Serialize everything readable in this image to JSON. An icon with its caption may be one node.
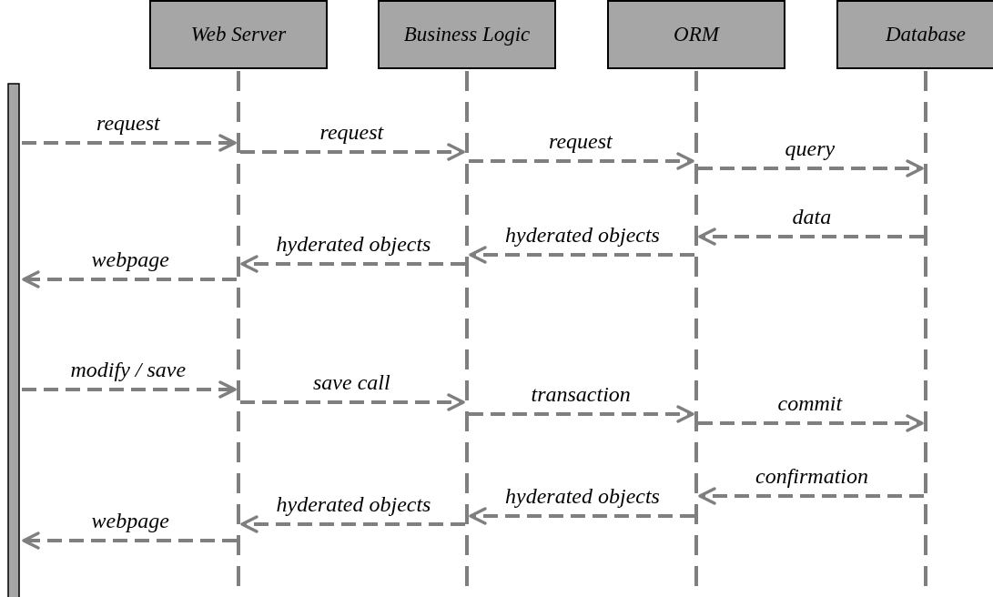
{
  "diagram": {
    "nodes": [
      {
        "text": [],
        "shape": "bar"
      },
      {
        "text": [
          "Web Server"
        ]
      },
      {
        "text": [
          "Business Logic"
        ]
      },
      {
        "text": [
          "ORM"
        ]
      },
      {
        "text": [
          "Database"
        ]
      }
    ],
    "edges": [
      {
        "from": 0,
        "to": 1,
        "arrow": "to",
        "label": "request",
        "style": "dashed"
      },
      {
        "from": 1,
        "to": 2,
        "arrow": "to",
        "label": "request",
        "style": "dashed"
      },
      {
        "from": 2,
        "to": 3,
        "arrow": "to",
        "label": "request",
        "style": "dashed"
      },
      {
        "from": 3,
        "to": 4,
        "arrow": "to",
        "label": "query",
        "style": "dashed"
      },
      {
        "from": 4,
        "to": 3,
        "arrow": "to",
        "label": "data",
        "style": "dashed"
      },
      {
        "from": 3,
        "to": 2,
        "arrow": "to",
        "label": "hyderated objects",
        "style": "dashed"
      },
      {
        "from": 2,
        "to": 1,
        "arrow": "to",
        "label": "hyderated objects",
        "style": "dashed"
      },
      {
        "from": 1,
        "to": 0,
        "arrow": "to",
        "label": "webpage",
        "style": "dashed"
      },
      {
        "from": 0,
        "to": 1,
        "arrow": "to",
        "label": "modify / save",
        "style": "dashed"
      },
      {
        "from": 1,
        "to": 2,
        "arrow": "to",
        "label": "save call",
        "style": "dashed"
      },
      {
        "from": 2,
        "to": 3,
        "arrow": "to",
        "label": "transaction",
        "style": "dashed"
      },
      {
        "from": 3,
        "to": 4,
        "arrow": "to",
        "label": "commit",
        "style": "dashed"
      },
      {
        "from": 4,
        "to": 3,
        "arrow": "to",
        "label": "confirmation",
        "style": "dashed"
      },
      {
        "from": 3,
        "to": 2,
        "arrow": "to",
        "label": "hyderated objects",
        "style": "dashed"
      },
      {
        "from": 2,
        "to": 1,
        "arrow": "to",
        "label": "hyderated objects",
        "style": "dashed"
      },
      {
        "from": 1,
        "to": 0,
        "arrow": "to",
        "label": "webpage",
        "style": "dashed"
      }
    ]
  }
}
